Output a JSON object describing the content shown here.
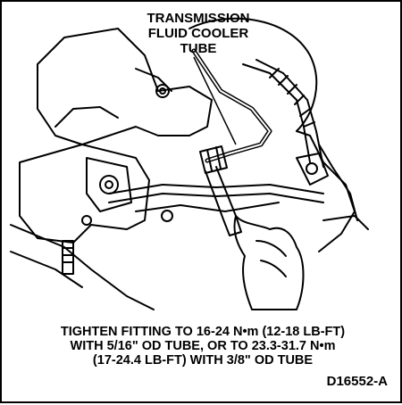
{
  "callout": {
    "line1": "TRANSMISSION",
    "line2": "FLUID COOLER",
    "line3": "TUBE"
  },
  "instruction": {
    "line1": "TIGHTEN FITTING TO 16-24 N•m (12-18 LB-FT)",
    "line2": "WITH 5/16\" OD TUBE, OR TO 23.3-31.7 N•m",
    "line3": "(17-24.4 LB-FT) WITH 3/8\" OD TUBE"
  },
  "figure_id": "D16552-A"
}
